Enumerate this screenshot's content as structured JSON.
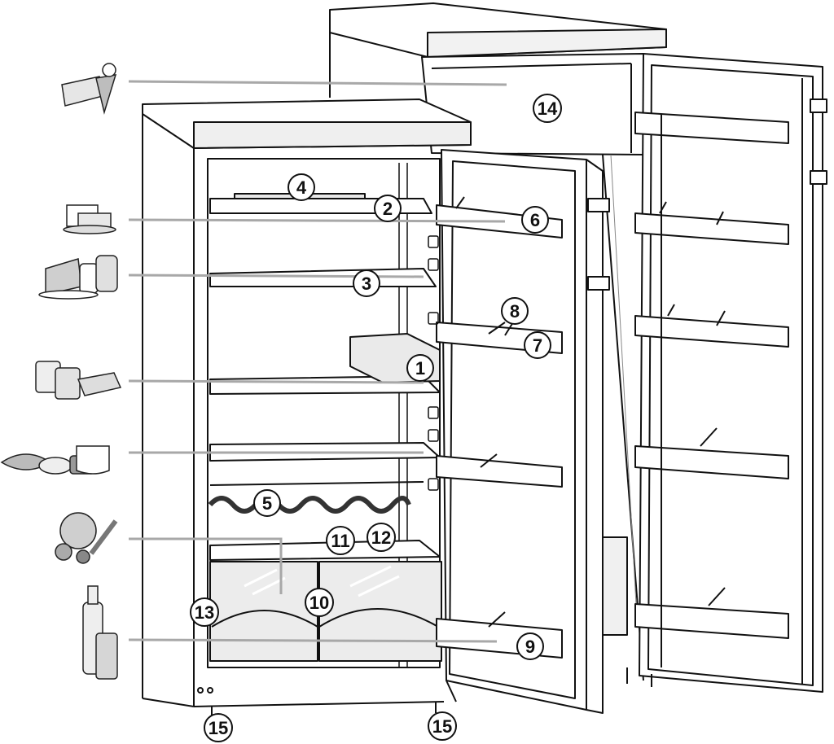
{
  "diagram": {
    "callouts": [
      {
        "id": "1",
        "label": "1"
      },
      {
        "id": "2",
        "label": "2"
      },
      {
        "id": "3",
        "label": "3"
      },
      {
        "id": "4",
        "label": "4"
      },
      {
        "id": "5",
        "label": "5"
      },
      {
        "id": "6",
        "label": "6"
      },
      {
        "id": "7",
        "label": "7"
      },
      {
        "id": "8",
        "label": "8"
      },
      {
        "id": "9",
        "label": "9"
      },
      {
        "id": "10",
        "label": "10"
      },
      {
        "id": "11",
        "label": "11"
      },
      {
        "id": "12",
        "label": "12"
      },
      {
        "id": "13",
        "label": "13"
      },
      {
        "id": "14",
        "label": "14"
      },
      {
        "id": "15a",
        "label": "15"
      },
      {
        "id": "15b",
        "label": "15"
      }
    ],
    "food_icons": [
      "ice-cream-icon",
      "cheese-butter-icon",
      "cake-cans-icon",
      "yogurt-butter-icon",
      "fish-meat-pot-icon",
      "vegetables-icon",
      "bottle-can-icon"
    ],
    "colors": {
      "line": "#111111",
      "guide": "#a8a8a8",
      "fill": "#ffffff",
      "shade": "#d9d9d9"
    }
  }
}
